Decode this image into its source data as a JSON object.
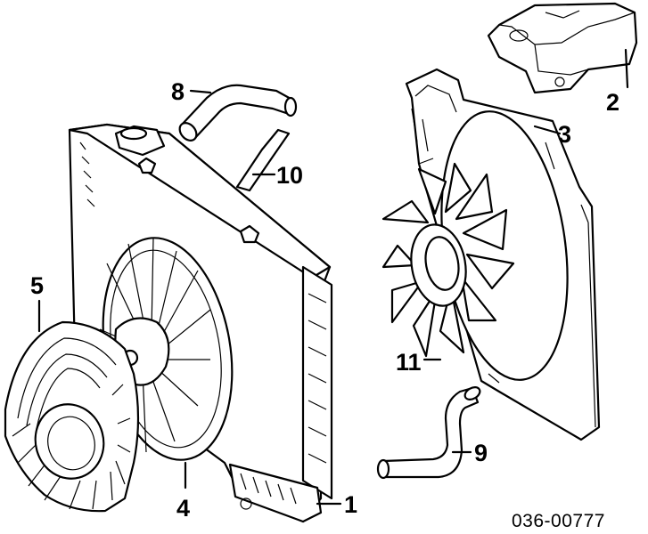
{
  "diagram": {
    "reference_code": "036-00777",
    "callouts": [
      {
        "id": "radiator",
        "label": "1"
      },
      {
        "id": "reservoir",
        "label": "2"
      },
      {
        "id": "shroud",
        "label": "3"
      },
      {
        "id": "aux-fan",
        "label": "4"
      },
      {
        "id": "fan-guard",
        "label": "5"
      },
      {
        "id": "upper-hose",
        "label": "8"
      },
      {
        "id": "lower-hose",
        "label": "9"
      },
      {
        "id": "overflow-hose",
        "label": "10"
      },
      {
        "id": "fan-clutch-fan",
        "label": "11"
      }
    ]
  }
}
